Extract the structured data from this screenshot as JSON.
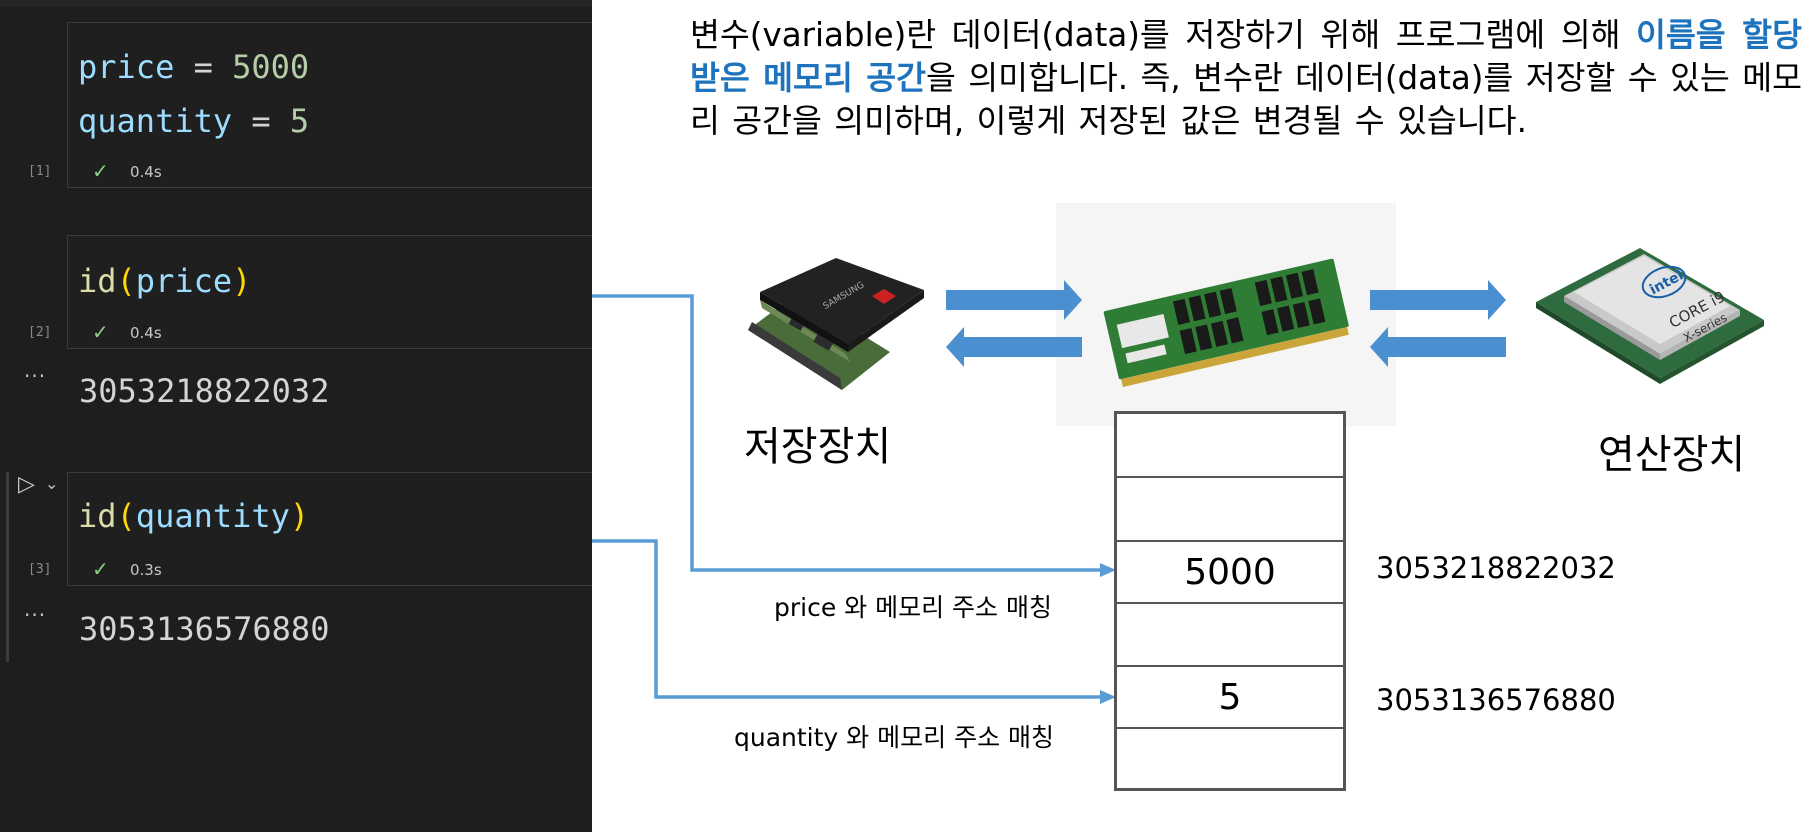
{
  "notebook": {
    "cells": [
      {
        "exec_count": "[1]",
        "code_lines": [
          [
            "price",
            " = ",
            "5000"
          ],
          [
            "quantity",
            " = ",
            "5"
          ]
        ],
        "status": "✓",
        "time": "0.4s"
      },
      {
        "exec_count": "[2]",
        "code": {
          "fn": "id",
          "open": "(",
          "arg": "price",
          "close": ")"
        },
        "status": "✓",
        "time": "0.4s",
        "output_marker": "...",
        "output": "3053218822032"
      },
      {
        "exec_count": "[3]",
        "code": {
          "fn": "id",
          "open": "(",
          "arg": "quantity",
          "close": ")"
        },
        "status": "✓",
        "time": "0.3s",
        "output_marker": "...",
        "output": "3053136576880",
        "run_icon": "▷",
        "run_menu_icon": "⌄"
      }
    ]
  },
  "explanation": {
    "part1": "변수(variable)란 데이터(data)를 저장하기 위해 프로그램에 의해 ",
    "highlight": "이름을 할당받은 메모리 공간",
    "part2": "을 의미합니다. 즉, 변수란 데이터(data)를 저장할 수 있는 메모리 공간을 의미하며, 이렇게 저장된 값은 변경될 수 있습니다."
  },
  "diagram": {
    "storage_label": "저장장치",
    "cpu_label": "연산장치",
    "ssd_brand": "SAMSUNG",
    "cpu_brand": "intel",
    "cpu_model": "CORE i9",
    "cpu_series": "X-series",
    "memory_cells": [
      "",
      "",
      "5000",
      "",
      "5",
      ""
    ],
    "addresses": {
      "price": "3053218822032",
      "quantity": "3053136576880"
    },
    "price_match": "price 와 메모리 주소 매칭",
    "quantity_match": "quantity 와 메모리 주소 매칭",
    "arrow_color": "#4a90d0",
    "line_color": "#5b9bd5"
  }
}
